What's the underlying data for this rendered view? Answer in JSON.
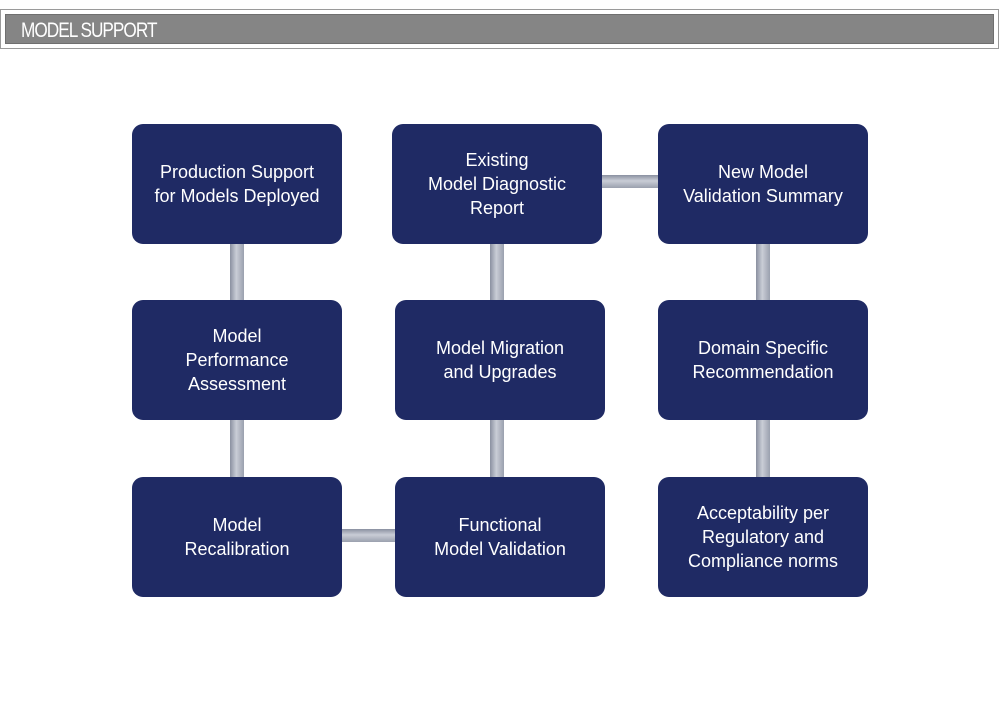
{
  "header": {
    "title": "MODEL SUPPORT"
  },
  "colors": {
    "header_bar": "#858585",
    "node_fill": "#1f2a64",
    "node_text": "#ffffff",
    "connector": "#b4b9c4"
  },
  "nodes": {
    "production_support": {
      "label": "Production Support\nfor Models Deployed"
    },
    "existing_diagnostic": {
      "label": "Existing\nModel Diagnostic\nReport"
    },
    "new_model_validation": {
      "label": "New Model\nValidation Summary"
    },
    "performance_assessment": {
      "label": "Model\nPerformance\nAssessment"
    },
    "migration_upgrades": {
      "label": "Model Migration\nand Upgrades"
    },
    "domain_recommendation": {
      "label": "Domain Specific\nRecommendation"
    },
    "recalibration": {
      "label": "Model\nRecalibration"
    },
    "functional_validation": {
      "label": "Functional\nModel Validation"
    },
    "acceptability": {
      "label": "Acceptability per\nRegulatory and\nCompliance norms"
    }
  }
}
